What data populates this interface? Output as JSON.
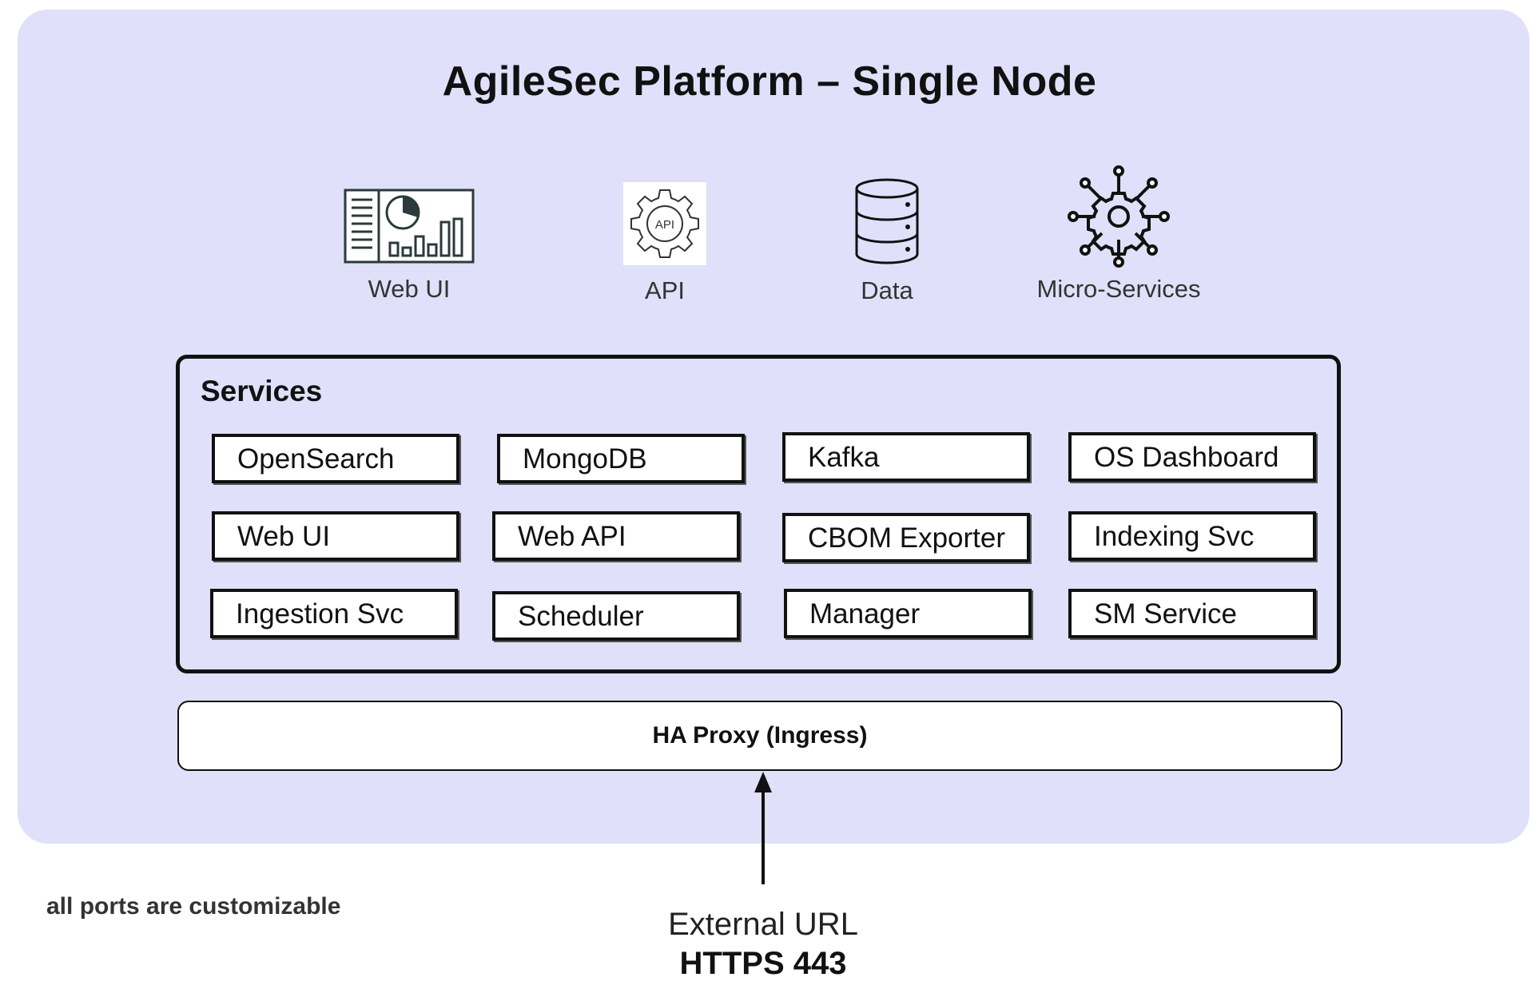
{
  "title": "AgileSec Platform – Single Node",
  "icons": [
    {
      "label": "Web UI",
      "icon": "dashboard-icon"
    },
    {
      "label": "API",
      "icon": "api-gear-icon"
    },
    {
      "label": "Data",
      "icon": "database-icon"
    },
    {
      "label": "Micro-Services",
      "icon": "microservices-gear-icon"
    }
  ],
  "services": {
    "title": "Services",
    "items": [
      "OpenSearch",
      "MongoDB",
      "Kafka",
      "OS Dashboard",
      "Web UI",
      "Web API",
      "CBOM Exporter",
      "Indexing Svc",
      "Ingestion Svc",
      "Scheduler",
      "Manager",
      "SM Service"
    ]
  },
  "proxy": "HA Proxy (Ingress)",
  "external": {
    "label": "External URL",
    "port": "HTTPS 443"
  },
  "note": "all ports are customizable",
  "colors": {
    "platform_bg": "#e0e0fa",
    "border": "#111111"
  }
}
